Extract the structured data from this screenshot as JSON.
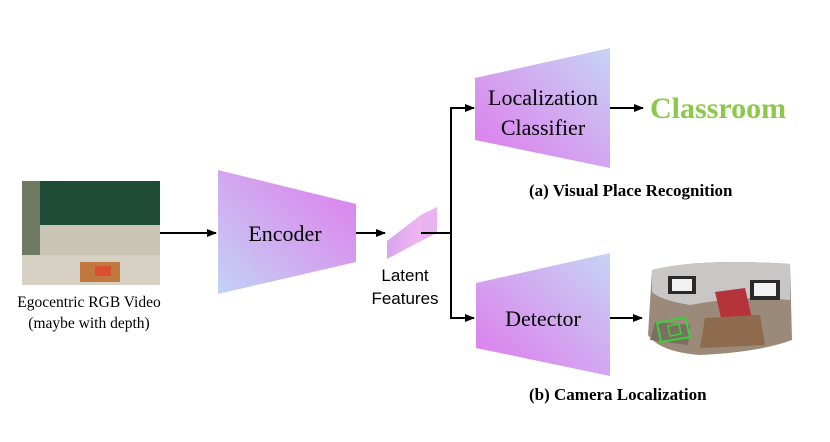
{
  "input": {
    "caption_line1": "Egocentric RGB Video",
    "caption_line2": "(maybe with depth)"
  },
  "encoder": {
    "label": "Encoder"
  },
  "latent": {
    "label_line1": "Latent",
    "label_line2": "Features"
  },
  "classifier": {
    "label_line1": "Localization",
    "label_line2": "Classifier"
  },
  "detector": {
    "label": "Detector"
  },
  "outputs": {
    "place_label": "Classroom",
    "place_label_color": "#8cc84b",
    "caption_a": "(a) Visual Place Recognition",
    "caption_b": "(b) Camera Localization"
  },
  "colors": {
    "trapezoid_pink": "#e27cec",
    "trapezoid_blue": "#c4d2f4",
    "arrow": "#000000"
  }
}
